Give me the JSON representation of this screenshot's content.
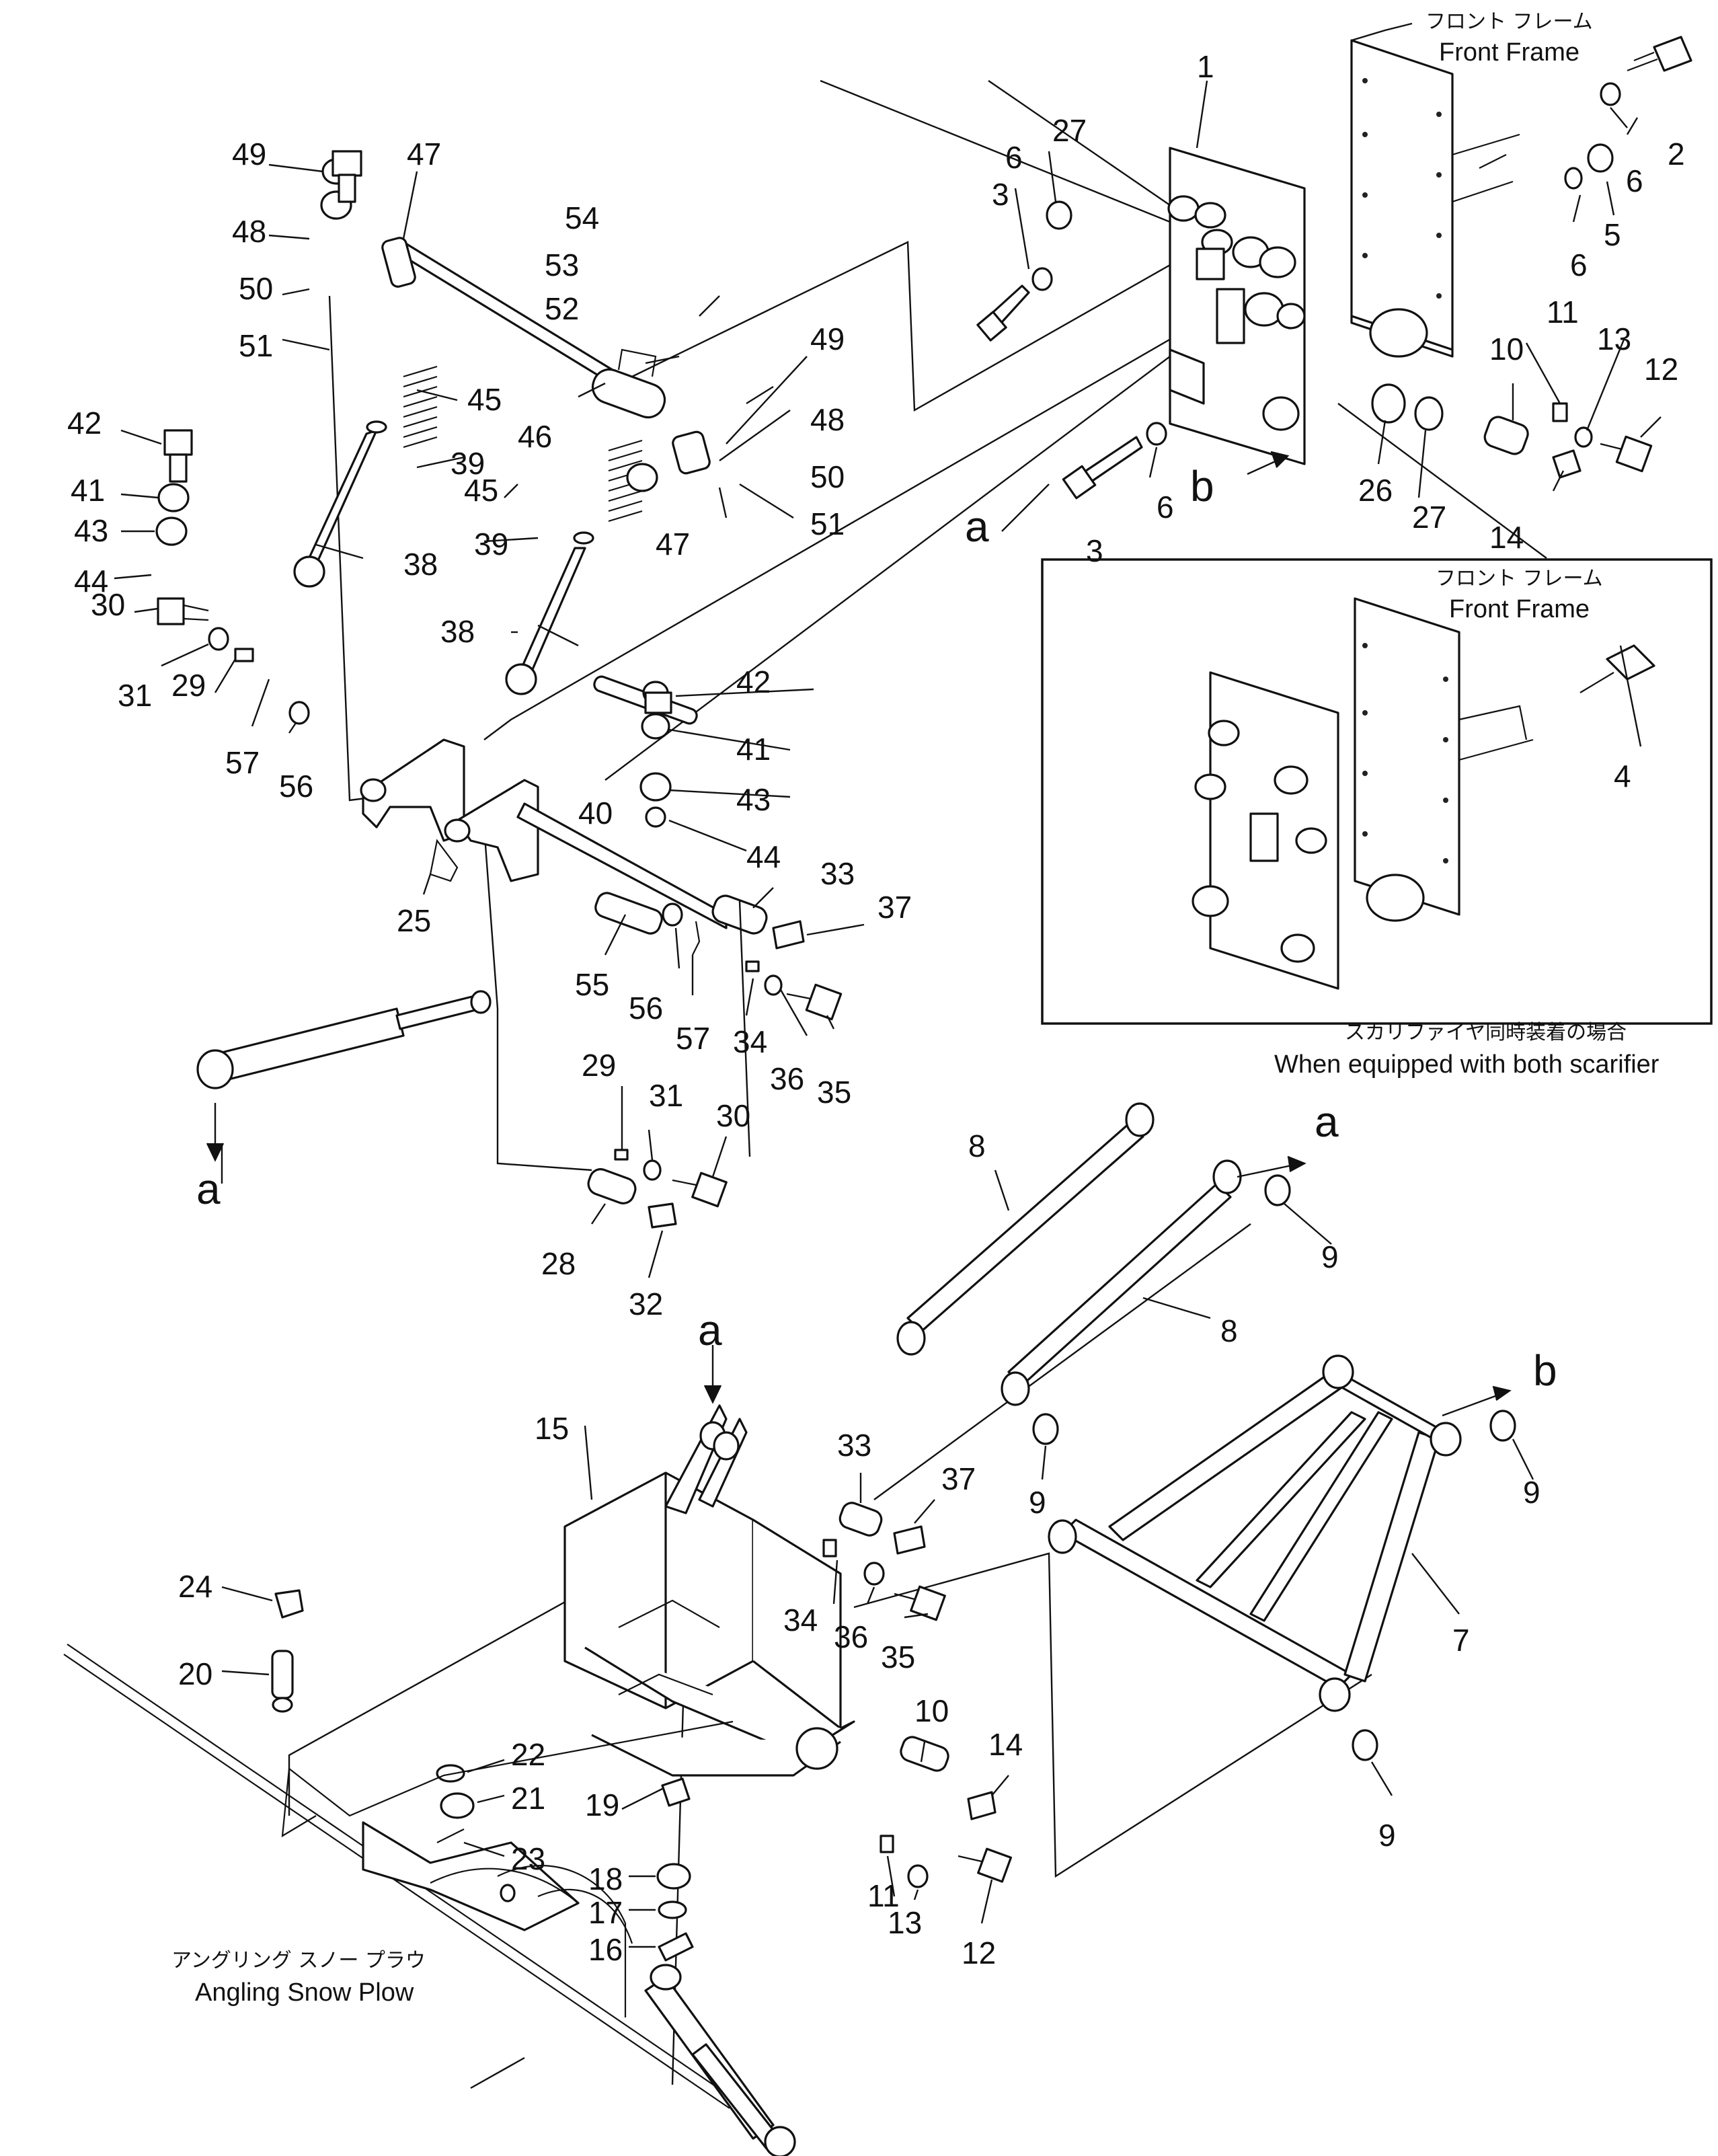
{
  "callouts": {
    "front_frame_top_jp": "フロント フレーム",
    "front_frame_top_en": "Front Frame",
    "front_frame_inset_jp": "フロント フレーム",
    "front_frame_inset_en": "Front Frame",
    "scarifier_jp": "スカリファイヤ同時装着の場合",
    "scarifier_en": "When equipped with both scarifier",
    "snow_plow_jp": "アングリング スノー プラウ",
    "snow_plow_en": "Angling Snow Plow"
  },
  "letters": {
    "a1": "a",
    "a2": "a",
    "a3": "a",
    "a4": "a",
    "b1": "b",
    "b2": "b"
  },
  "parts": {
    "p1": "1",
    "p2": "2",
    "p3a": "3",
    "p3b": "3",
    "p4": "4",
    "p5": "5",
    "p6a": "6",
    "p6b": "6",
    "p6c": "6",
    "p6d": "6",
    "p7": "7",
    "p8a": "8",
    "p8b": "8",
    "p9a": "9",
    "p9b": "9",
    "p9c": "9",
    "p9d": "9",
    "p10a": "10",
    "p10b": "10",
    "p11a": "11",
    "p11b": "11",
    "p12a": "12",
    "p12b": "12",
    "p13a": "13",
    "p13b": "13",
    "p14a": "14",
    "p14b": "14",
    "p15": "15",
    "p16": "16",
    "p17": "17",
    "p18": "18",
    "p19": "19",
    "p20": "20",
    "p21": "21",
    "p22": "22",
    "p23": "23",
    "p24": "24",
    "p25": "25",
    "p26": "26",
    "p27a": "27",
    "p27b": "27",
    "p28": "28",
    "p29a": "29",
    "p29b": "29",
    "p30a": "30",
    "p30b": "30",
    "p31a": "31",
    "p31b": "31",
    "p32": "32",
    "p33a": "33",
    "p33b": "33",
    "p34a": "34",
    "p34b": "34",
    "p35a": "35",
    "p35b": "35",
    "p36a": "36",
    "p36b": "36",
    "p37a": "37",
    "p37b": "37",
    "p38a": "38",
    "p38b": "38",
    "p39a": "39",
    "p39b": "39",
    "p40": "40",
    "p41a": "41",
    "p41b": "41",
    "p42a": "42",
    "p42b": "42",
    "p43a": "43",
    "p43b": "43",
    "p44a": "44",
    "p44b": "44",
    "p45a": "45",
    "p45b": "45",
    "p46": "46",
    "p47a": "47",
    "p47b": "47",
    "p48a": "48",
    "p48b": "48",
    "p49a": "49",
    "p49b": "49",
    "p50a": "50",
    "p50b": "50",
    "p51a": "51",
    "p51b": "51",
    "p52": "52",
    "p53": "53",
    "p54": "54",
    "p55": "55",
    "p56a": "56",
    "p56b": "56",
    "p57a": "57",
    "p57b": "57"
  },
  "icons": {
    "bolt": "bolt-icon",
    "nut": "nut-icon",
    "washer": "washer-icon",
    "spring": "spring-icon",
    "cylinder": "hydraulic-cylinder-icon",
    "grease_fitting": "grease-fitting-icon"
  }
}
